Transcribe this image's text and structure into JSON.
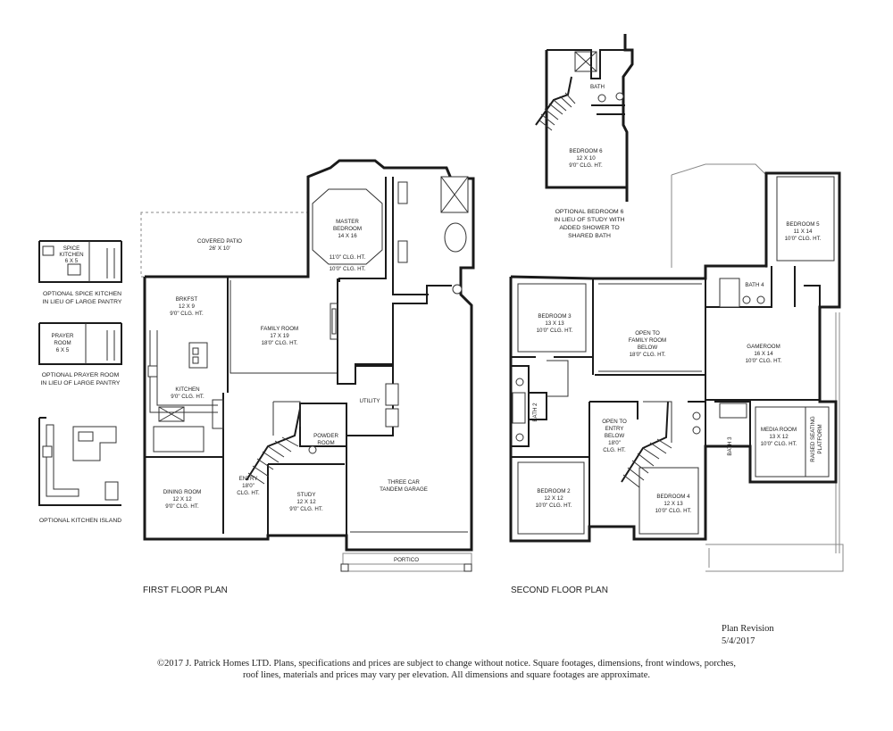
{
  "rooms": {
    "covered_patio": {
      "name": "COVERED PATIO",
      "size": "26' X 10'"
    },
    "master_bedroom": {
      "name": "MASTER",
      "name2": "BEDROOM",
      "size": "14 X 16",
      "clg1": "11'0\" CLG. HT.",
      "clg2": "10'0\" CLG. HT."
    },
    "brkfst": {
      "name": "BRKFST",
      "size": "12 X 9",
      "clg": "9'0\" CLG. HT."
    },
    "family_room": {
      "name": "FAMILY ROOM",
      "size": "17 X 19",
      "clg": "18'0\" CLG. HT."
    },
    "kitchen": {
      "name": "KITCHEN",
      "clg": "9'0\" CLG. HT."
    },
    "utility": {
      "name": "UTILITY"
    },
    "powder_room": {
      "name": "POWDER",
      "name2": "ROOM"
    },
    "dining_room": {
      "name": "DINING ROOM",
      "size": "12 X 12",
      "clg": "9'0\" CLG. HT."
    },
    "entry": {
      "name": "ENTRY",
      "size": "18'0\"",
      "clg": "CLG. HT."
    },
    "study": {
      "name": "STUDY",
      "size": "12 X 12",
      "clg": "9'0\" CLG. HT."
    },
    "garage": {
      "name": "THREE CAR",
      "name2": "TANDEM GARAGE"
    },
    "portico": {
      "name": "PORTICO"
    },
    "bedroom3": {
      "name": "BEDROOM 3",
      "size": "13 X 13",
      "clg": "10'0\" CLG. HT."
    },
    "open_family": {
      "l1": "OPEN TO",
      "l2": "FAMILY ROOM",
      "l3": "BELOW",
      "clg": "18'0\" CLG. HT."
    },
    "bath4": {
      "name": "BATH 4"
    },
    "bedroom5": {
      "name": "BEDROOM 5",
      "size": "11 X 14",
      "clg": "10'0\" CLG. HT."
    },
    "gameroom": {
      "name": "GAMEROOM",
      "size": "16 X 14",
      "clg": "10'0\" CLG. HT."
    },
    "bath2": {
      "name": "BATH 2"
    },
    "open_entry": {
      "l1": "OPEN TO",
      "l2": "ENTRY",
      "l3": "BELOW",
      "l4": "18'0\"",
      "clg": "CLG. HT."
    },
    "bath3": {
      "name": "BATH 3"
    },
    "media_room": {
      "name": "MEDIA ROOM",
      "size": "13 X 12",
      "clg": "10'0\" CLG. HT."
    },
    "raised_platform": {
      "name": "RAISED SEATING",
      "name2": "PLATFORM"
    },
    "bedroom2": {
      "name": "BEDROOM 2",
      "size": "12 X 12",
      "clg": "10'0\" CLG. HT."
    },
    "bedroom4": {
      "name": "BEDROOM 4",
      "size": "12 X 13",
      "clg": "10'0\" CLG. HT."
    },
    "bath": {
      "name": "BATH"
    },
    "bedroom6": {
      "name": "BEDROOM 6",
      "size": "12 X 10",
      "clg": "9'0\" CLG. HT."
    },
    "spice_kitchen": {
      "name": "SPICE",
      "name2": "KITCHEN",
      "size": "6 X 5"
    },
    "prayer_room": {
      "name": "PRAYER",
      "name2": "ROOM",
      "size": "6 X 5"
    }
  },
  "options": {
    "spice": {
      "l1": "OPTIONAL SPICE KITCHEN",
      "l2": "IN LIEU OF LARGE PANTRY"
    },
    "prayer": {
      "l1": "OPTIONAL PRAYER ROOM",
      "l2": "IN LIEU OF LARGE PANTRY"
    },
    "island": {
      "l1": "OPTIONAL KITCHEN ISLAND"
    },
    "bedroom6": {
      "l1": "OPTIONAL BEDROOM 6",
      "l2": "IN LIEU OF STUDY WITH",
      "l3": "ADDED SHOWER TO",
      "l4": "SHARED BATH"
    }
  },
  "floors": {
    "first": "FIRST FLOOR PLAN",
    "second": "SECOND FLOOR PLAN"
  },
  "revision": {
    "label": "Plan Revision",
    "date": "5/4/2017"
  },
  "copyright": {
    "line1": "©2017 J. Patrick Homes LTD.  Plans, specifications and prices are subject to change without notice.  Square footages, dimensions, front windows, porches,",
    "line2": "roof lines, materials and prices may vary per elevation.   All dimensions and square footages are approximate."
  }
}
